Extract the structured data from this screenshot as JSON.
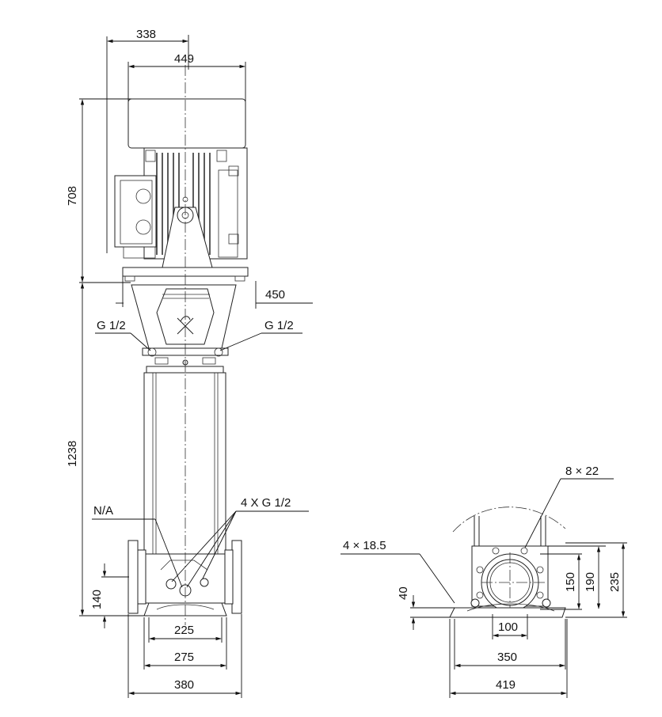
{
  "dimensions": {
    "d338": "338",
    "d449": "449",
    "d708": "708",
    "d450": "450",
    "d1238": "1238",
    "d140": "140",
    "d225": "225",
    "d275": "275",
    "d380": "380",
    "d8x22": "8 × 22",
    "d4x18_5": "4 × 18.5",
    "d40": "40",
    "d150": "150",
    "d190": "190",
    "d235": "235",
    "d100": "100",
    "d350": "350",
    "d419": "419"
  },
  "labels": {
    "g12_left": "G 1/2",
    "g12_right": "G 1/2",
    "na": "N/A",
    "g12_4x": "4 X G 1/2"
  }
}
